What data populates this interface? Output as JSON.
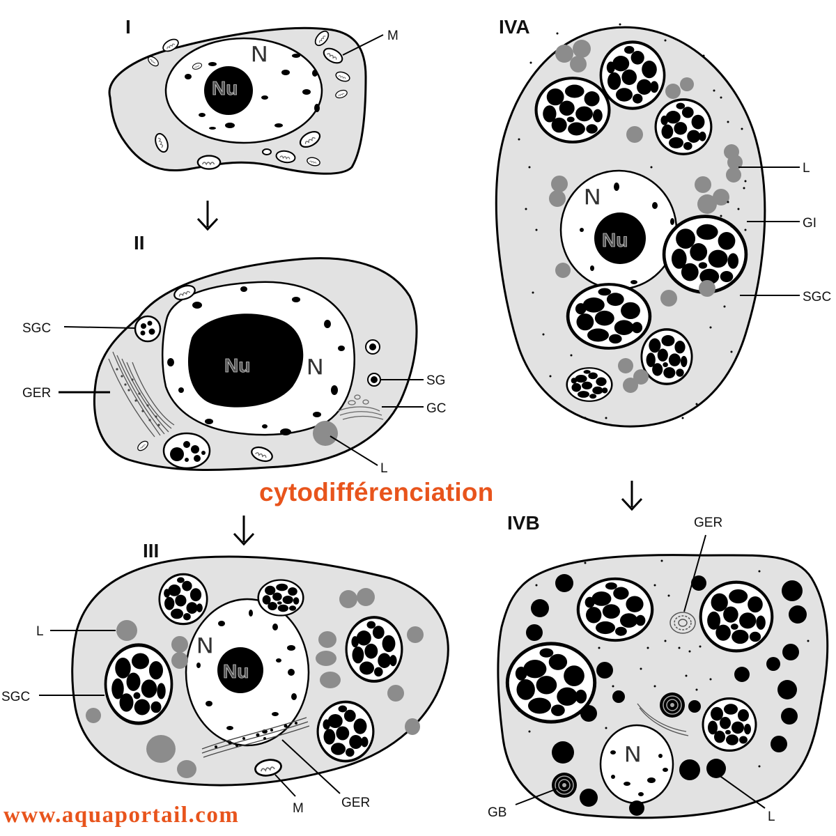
{
  "title": "cytodifférenciation",
  "watermark": "www.aquaportail.com",
  "stages": {
    "s1": "I",
    "s2": "II",
    "s3": "III",
    "s4a": "IVA",
    "s4b": "IVB"
  },
  "nucleus": "N",
  "nucleolus": "Nu",
  "labels": {
    "m": "M",
    "sgc": "SGC",
    "ger": "GER",
    "sg": "SG",
    "gc": "GC",
    "l": "L",
    "gi": "GI",
    "gb": "GB"
  },
  "colors": {
    "cytoplasm": "#e2e2e2",
    "lipid": "#8c8c8c",
    "granule": "#000000",
    "accent": "#e8541c"
  }
}
